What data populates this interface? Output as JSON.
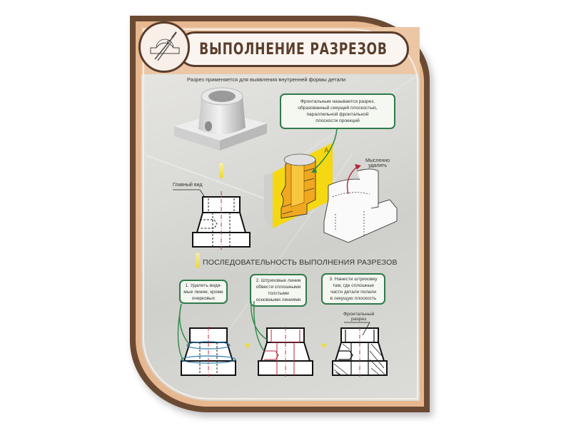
{
  "poster": {
    "title": "ВЫПОЛНЕНИЕ РАЗРЕЗОВ",
    "intro": "Разрез применяется для выявления внутренней формы детали",
    "logo_icon": "drafting-compass-protractor-icon",
    "colors": {
      "frame_dark": "#6b4a34",
      "frame_tan": "#e7b88f",
      "header_band": "#ecc7a6",
      "callout_border": "#2f7a4a",
      "section_plane": "#f5d000",
      "axis_line": "#c0304a",
      "arrow_red": "#b0283a",
      "arrow_green": "#2f8a4a",
      "ellipse_blue": "#2a7ab0"
    }
  },
  "top_section": {
    "definition_callout": "Фронтальным называется разрез,\nобразованный секущей плоскостью,\nпараллельной фронтальной\nплоскости проекций",
    "plane_label": "А",
    "main_view_label": "Главный вид",
    "remove_label": "Мысленно\nудалить"
  },
  "sequence": {
    "title": "ПОСЛЕДОВАТЕЛЬНОСТЬ ВЫПОЛНЕНИЯ РАЗРЕЗОВ",
    "steps": [
      {
        "text": "1. Удалить види-\nмые линии, кроме\nочерковых"
      },
      {
        "text": "2. Штриховые линии\nобвести сплошными\nтолстыми\nосновными линиями"
      },
      {
        "text": "3. Нанести штриховку\nтам, где сплошные\nчасти детали попали\nв секущую плоскость"
      }
    ],
    "result_label": "Фронтальный\nразрез"
  }
}
